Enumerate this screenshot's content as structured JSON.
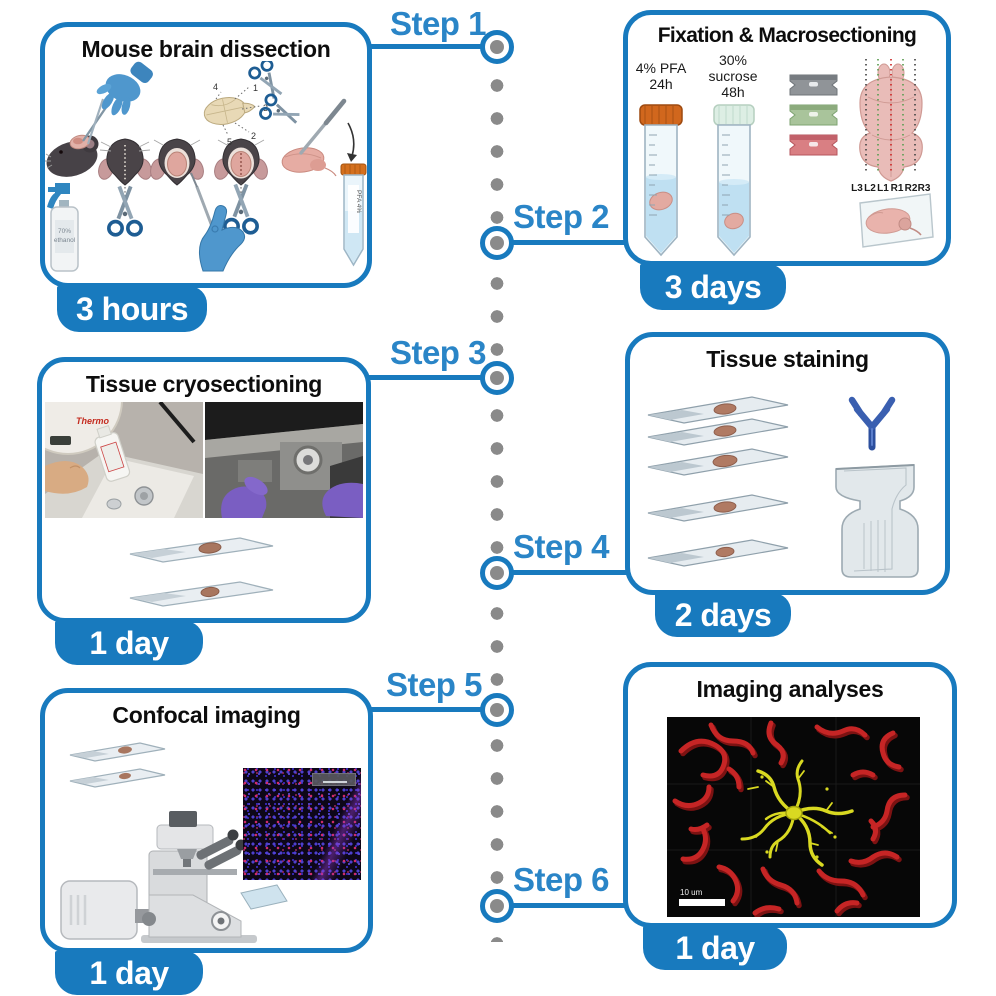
{
  "colors": {
    "accent": "#187abe",
    "dot_gray": "#8a8a8a",
    "badge_text": "#ffffff"
  },
  "timeline": {
    "steps": [
      {
        "label": "Step 1"
      },
      {
        "label": "Step 2"
      },
      {
        "label": "Step 3"
      },
      {
        "label": "Step 4"
      },
      {
        "label": "Step 5"
      },
      {
        "label": "Step 6"
      }
    ]
  },
  "panels": {
    "dissection": {
      "title": "Mouse brain dissection",
      "duration": "3 hours",
      "spray_line1": "70%",
      "spray_line2": "ethanol",
      "tube_label": "PFA 4%",
      "cut_numbers": [
        "1",
        "2",
        "3",
        "4",
        "5"
      ]
    },
    "fixation": {
      "title": "Fixation & Macrosectioning",
      "duration": "3 days",
      "pfa_line1": "4% PFA",
      "pfa_line2": "24h",
      "sucrose_line1": "30%",
      "sucrose_line2": "sucrose",
      "sucrose_line3": "48h",
      "section_labels": [
        "L3",
        "L2",
        "L1",
        "R1",
        "R2",
        "R3"
      ]
    },
    "cryosectioning": {
      "title": "Tissue cryosectioning",
      "duration": "1 day",
      "machine_brand": "Thermo"
    },
    "staining": {
      "title": "Tissue staining",
      "duration": "2 days"
    },
    "confocal": {
      "title": "Confocal imaging",
      "duration": "1 day"
    },
    "analyses": {
      "title": "Imaging analyses",
      "duration": "1 day",
      "scale_label": "10 um"
    }
  }
}
